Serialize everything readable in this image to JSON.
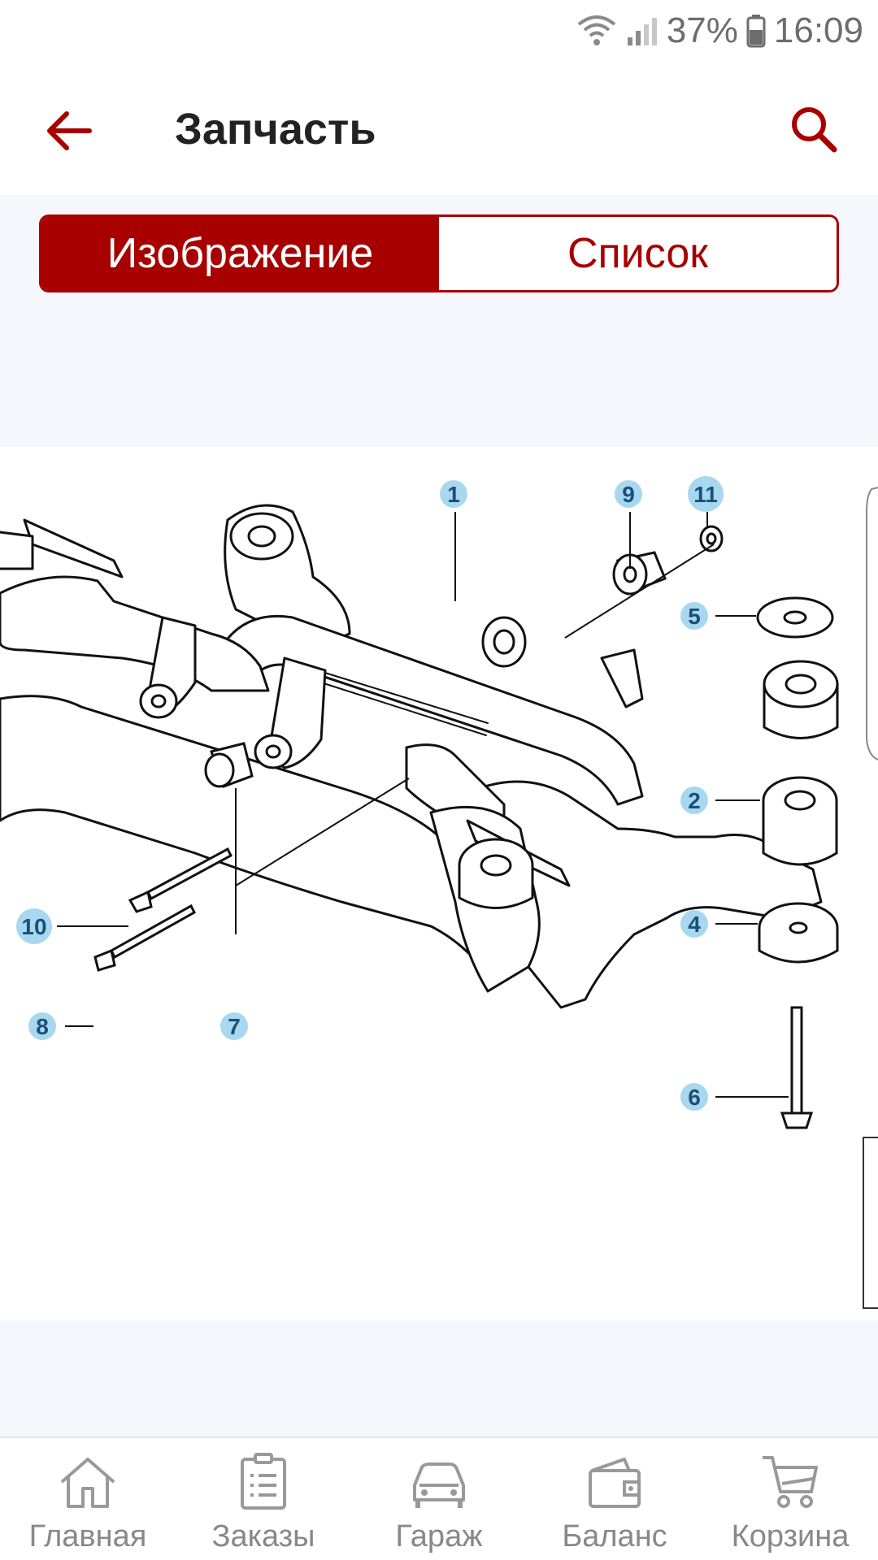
{
  "status_bar": {
    "battery": "37%",
    "time": "16:09"
  },
  "app_bar": {
    "title": "Запчасть"
  },
  "tabs": [
    {
      "label": "Изображение",
      "active": true
    },
    {
      "label": "Список",
      "active": false
    }
  ],
  "diagram": {
    "callouts": [
      "1",
      "9",
      "11",
      "5",
      "10",
      "2",
      "8",
      "7",
      "4",
      "6"
    ]
  },
  "bottom_nav": [
    {
      "label": "Главная",
      "icon": "home-icon"
    },
    {
      "label": "Заказы",
      "icon": "orders-icon"
    },
    {
      "label": "Гараж",
      "icon": "car-icon"
    },
    {
      "label": "Баланс",
      "icon": "wallet-icon"
    },
    {
      "label": "Корзина",
      "icon": "cart-icon"
    }
  ],
  "colors": {
    "accent": "#a80000",
    "callout": "#a7d8ef",
    "callout_text": "#1b4f78",
    "bg": "#f5f7fc"
  }
}
